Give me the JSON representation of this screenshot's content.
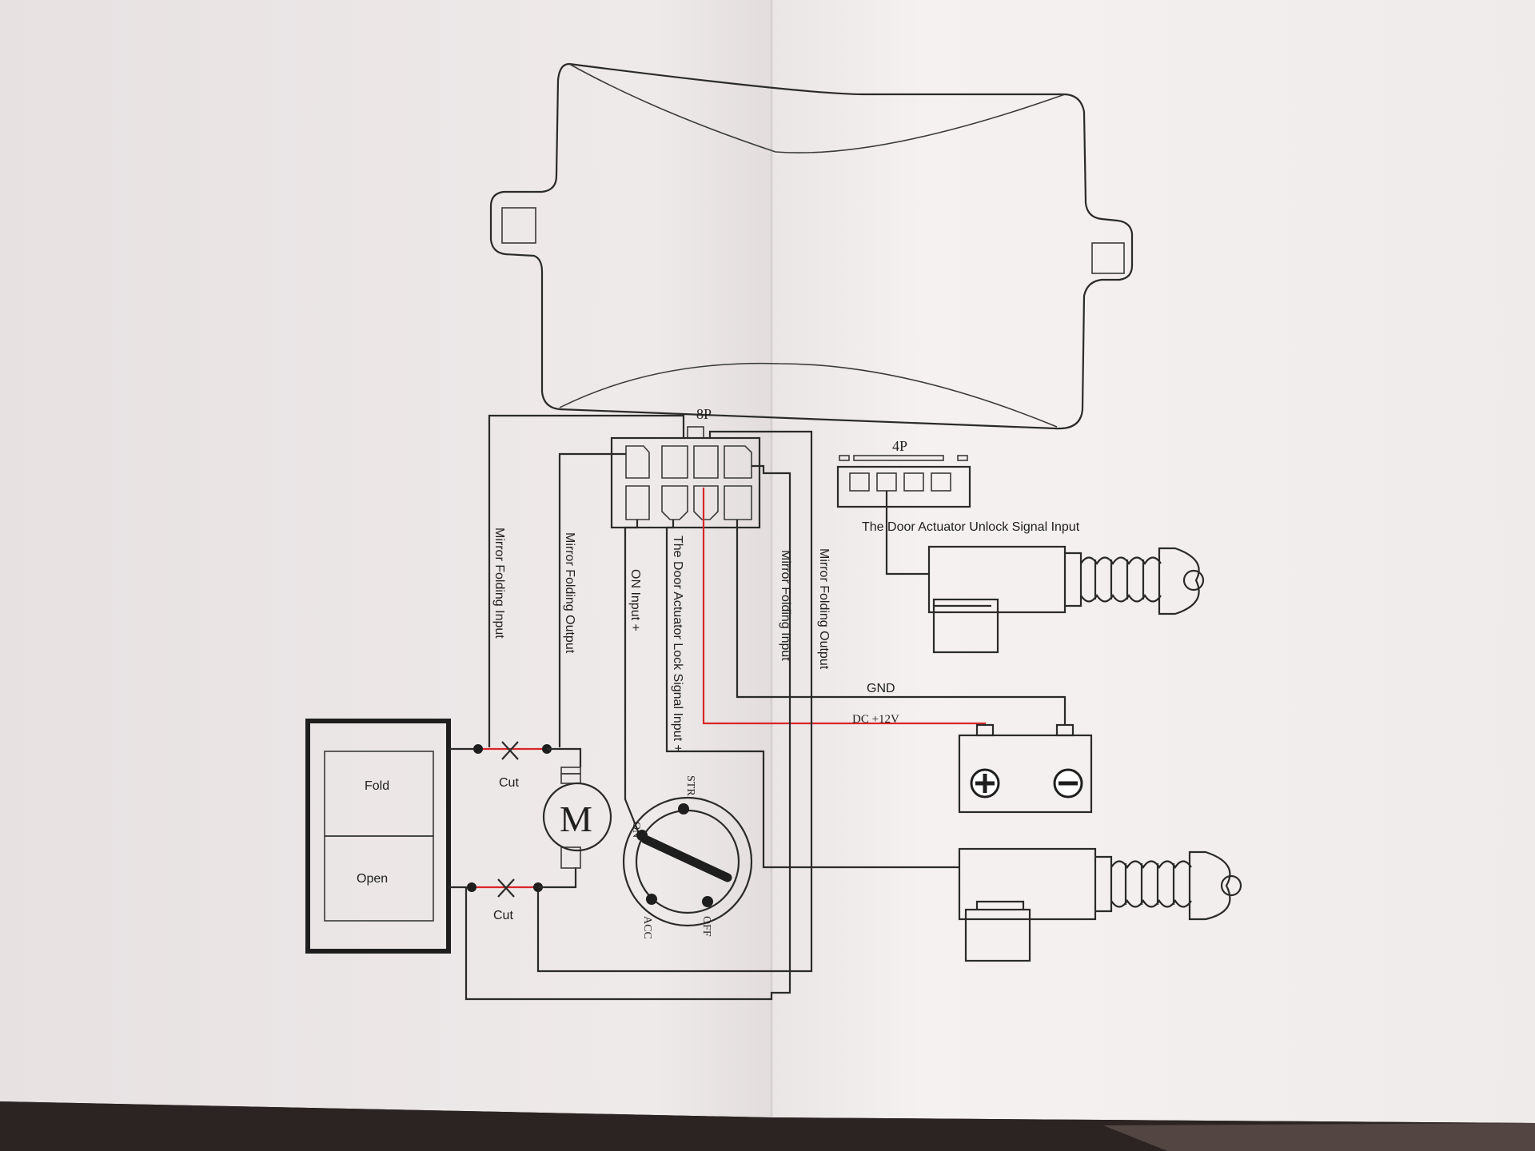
{
  "labels": {
    "connector_8p": "8P",
    "connector_4p": "4P",
    "unlock_input": "The Door Actuator Unlock Signal Input",
    "mirror_in_left": "Mirror Folding Input",
    "mirror_out_left": "Mirror Folding Output",
    "on_input": "ON Input  +",
    "lock_input": "The Door Actuator Lock Signal Input  +",
    "mirror_in_right": "Mirror Folding Input",
    "mirror_out_right": "Mirror Folding Output",
    "gnd": "GND",
    "dc12": "DC  +12V",
    "fold": "Fold",
    "open": "Open",
    "cut_top": "Cut",
    "cut_bottom": "Cut",
    "motor": "M",
    "ign_on": "ON",
    "ign_str": "STR",
    "ign_acc": "ACC",
    "ign_off": "OFF"
  },
  "colors": {
    "paper_left": "#efe9ea",
    "paper_right": "#f4efef",
    "wire": "#2a2a2a",
    "power_wire": "#d8262a",
    "background": "#2b2422"
  },
  "icons": [
    "plus-terminal-icon",
    "minus-terminal-icon",
    "motor-icon",
    "ignition-switch-icon",
    "door-actuator-icon"
  ]
}
